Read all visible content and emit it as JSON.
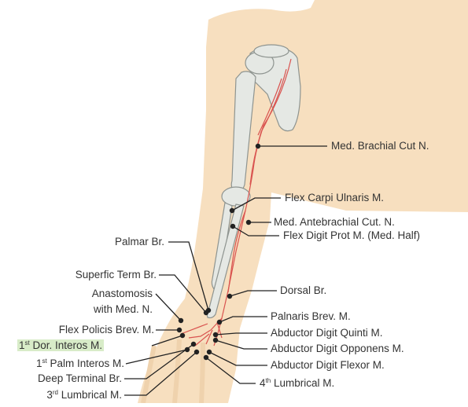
{
  "colors": {
    "skin": "#f7dfbf",
    "bone_fill": "#e5e8e4",
    "bone_edge": "#8e9490",
    "nerve": "#d9534f",
    "leader": "#222222",
    "highlight": "#d8ecc8",
    "text": "#333333"
  },
  "labels": {
    "med_brachial_cut_n": "Med. Brachial Cut N.",
    "flex_carpi_ulnaris_m": "Flex Carpi Ulnaris M.",
    "med_antebrachial_cut_n": "Med. Antebrachial Cut. N.",
    "flex_digit_prot_m": "Flex Digit Prot M. (Med. Half)",
    "palmar_br": "Palmar Br.",
    "superfic_term_br": "Superfic Term Br.",
    "anastomosis_line1": "Anastomosis",
    "anastomosis_line2": "with Med. N.",
    "dorsal_br": "Dorsal Br.",
    "flex_policis_brev_m": "Flex Policis Brev. M.",
    "palnaris_brev_m": "Palnaris Brev. M.",
    "dor_interos_num": "1",
    "dor_interos_sup": "st",
    "dor_interos_text": " Dor. Interos M.",
    "abductor_digit_quinti_m": "Abductor Digit Quinti M.",
    "palm_interos_num": "1",
    "palm_interos_sup": "st",
    "palm_interos_text": " Palm Interos M.",
    "abductor_digit_opponens_m": "Abductor Digit Opponens M.",
    "deep_terminal_br": "Deep Terminal Br.",
    "abductor_digit_flexor_m": "Abductor Digit Flexor M.",
    "lumbrical3_num": "3",
    "lumbrical3_sup": "rd",
    "lumbrical3_text": " Lumbrical M.",
    "lumbrical4_num": "4",
    "lumbrical4_sup": "th",
    "lumbrical4_text": " Lumbrical M."
  }
}
